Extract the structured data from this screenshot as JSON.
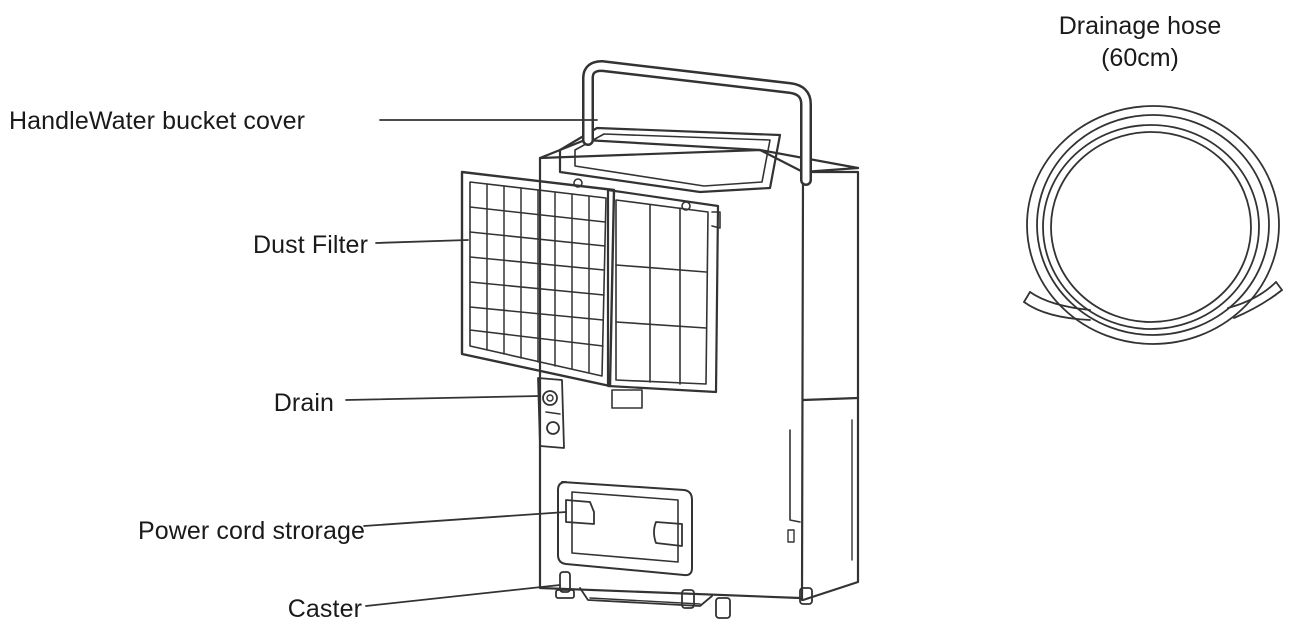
{
  "labels": {
    "handle_water_bucket_cover": "HandleWater bucket cover",
    "dust_filter": "Dust Filter",
    "drain": "Drain",
    "power_cord_storage": "Power cord strorage",
    "caster": "Caster"
  },
  "accessory": {
    "name": "Drainage hose",
    "length": "(60cm)"
  },
  "colors": {
    "line": "#333333",
    "background": "#ffffff"
  }
}
